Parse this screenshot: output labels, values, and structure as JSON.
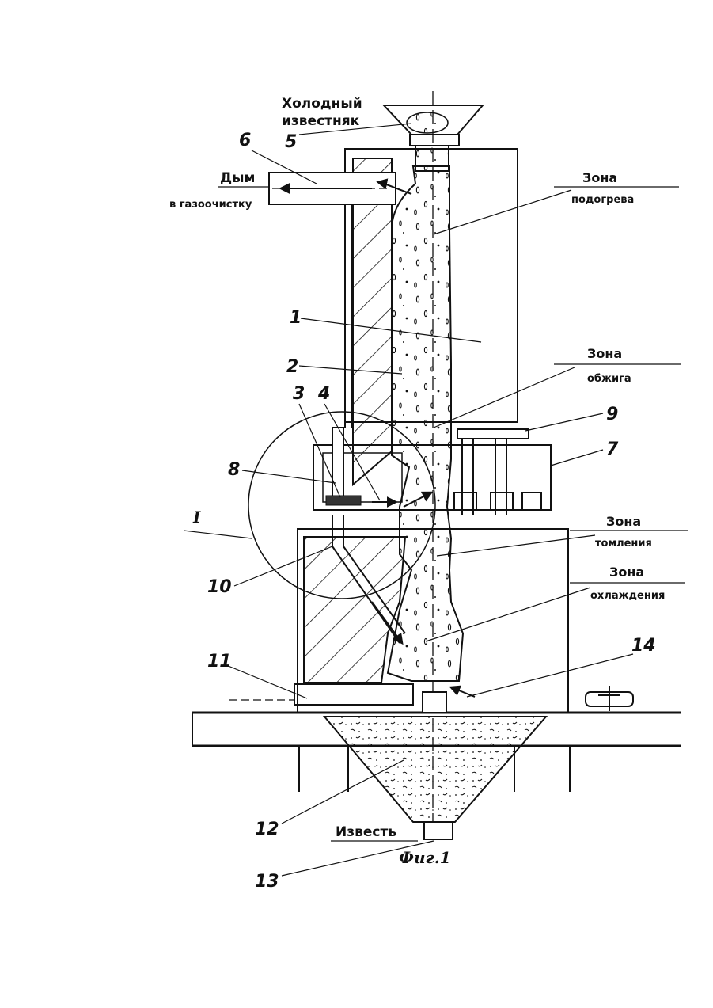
{
  "figure": {
    "caption": "Фиг.1",
    "inputs": {
      "cold_limestone_line1": "Холодный",
      "cold_limestone_line2": "известняк",
      "smoke_line1": "Дым",
      "smoke_line2": "в газоочистку",
      "lime": "Известь"
    },
    "zones": {
      "heating_line1": "Зона",
      "heating_line2": "подогрева",
      "firing_line1": "Зона",
      "firing_line2": "обжига",
      "soaking_line1": "Зона",
      "soaking_line2": "томления",
      "cooling_line1": "Зона",
      "cooling_line2": "охлаждения"
    },
    "detail_mark": "I",
    "numbers": {
      "n1": "1",
      "n2": "2",
      "n3": "3",
      "n4": "4",
      "n5": "5",
      "n6": "6",
      "n7": "7",
      "n8": "8",
      "n9": "9",
      "n10": "10",
      "n11": "11",
      "n12": "12",
      "n13": "13",
      "n14": "14"
    }
  }
}
